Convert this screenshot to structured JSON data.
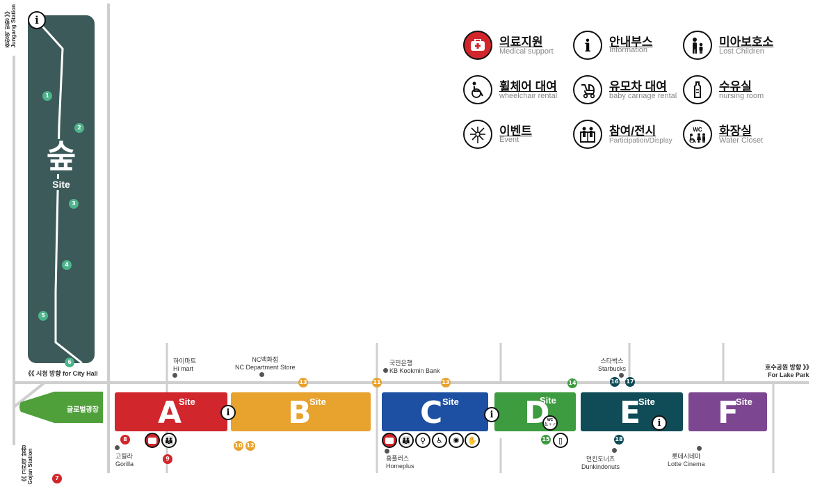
{
  "colors": {
    "forest": "#3d5a5a",
    "red": "#d1262b",
    "orange": "#e8a22e",
    "blue": "#1d4fa3",
    "green": "#3c9c3f",
    "teal": "#0f4c57",
    "purple": "#7d4690",
    "plaza": "#4fa03a",
    "road": "#cfcfcf"
  },
  "forest": {
    "title": "숲",
    "subtitle": "Site",
    "numbers": [
      "1",
      "2",
      "3",
      "4",
      "5",
      "6"
    ]
  },
  "directions": {
    "top_left_ko": "중앙역 방향 》》",
    "top_left_en": "Jungang Station",
    "city_hall": "《《 시청 방향 for City Hall",
    "lake_ko": "호수공원 방향 》》",
    "lake_en": "For Lake Park",
    "gojan_ko": "《《 고잔역 방향",
    "gojan_en": "Gojan Station"
  },
  "plaza": {
    "label": "글로벌광장"
  },
  "sites": [
    {
      "letter": "A",
      "word": "Site"
    },
    {
      "letter": "B",
      "word": "Site"
    },
    {
      "letter": "C",
      "word": "Site"
    },
    {
      "letter": "D",
      "word": "Site"
    },
    {
      "letter": "E",
      "word": "Site"
    },
    {
      "letter": "F",
      "word": "Site"
    }
  ],
  "landmarks": {
    "himart_ko": "하이마트",
    "himart_en": "Hi mart",
    "nc_ko": "NC백화점",
    "nc_en": "NC Department Store",
    "kb_ko": "국민은행",
    "kb_en": "KB Kookmin Bank",
    "starbucks_ko": "스타벅스",
    "starbucks_en": "Starbucks",
    "gorilla_ko": "고릴라",
    "gorilla_en": "Gorilla",
    "homeplus_ko": "홈플러스",
    "homeplus_en": "Homeplus",
    "dunkin_ko": "던킨도너츠",
    "dunkin_en": "Dunkindonuts",
    "lotte_ko": "롯데시네마",
    "lotte_en": "Lotte Cinema"
  },
  "booths": {
    "n7": "7",
    "n8": "8",
    "n9": "9",
    "n10": "10",
    "n11": "11",
    "n12": "12",
    "n13a": "13",
    "n13b": "13",
    "n14": "14",
    "n15": "15",
    "n16": "16",
    "n17": "17",
    "n18": "18"
  },
  "info_glyph": "i",
  "wc_glyph": "WC",
  "legend": [
    {
      "ko": "의료지원",
      "en": "Medical support",
      "icon": "medical-icon"
    },
    {
      "ko": "안내부스",
      "en": "Information",
      "icon": "info-icon"
    },
    {
      "ko": "미아보호소",
      "en": "Lost Children",
      "icon": "lost-children-icon"
    },
    {
      "ko": "휠체어 대여",
      "en": "wheelchair rental",
      "icon": "wheelchair-icon"
    },
    {
      "ko": "유모차 대여",
      "en": "baby carriage rental",
      "icon": "baby-carriage-icon"
    },
    {
      "ko": "수유실",
      "en": "nursing room",
      "icon": "bottle-icon"
    },
    {
      "ko": "이벤트",
      "en": "Event",
      "icon": "fireworks-icon"
    },
    {
      "ko": "참여/전시",
      "en": "Participation/Display",
      "icon": "participation-icon"
    },
    {
      "ko": "화장실",
      "en": "Water Closet",
      "icon": "toilet-icon"
    }
  ]
}
